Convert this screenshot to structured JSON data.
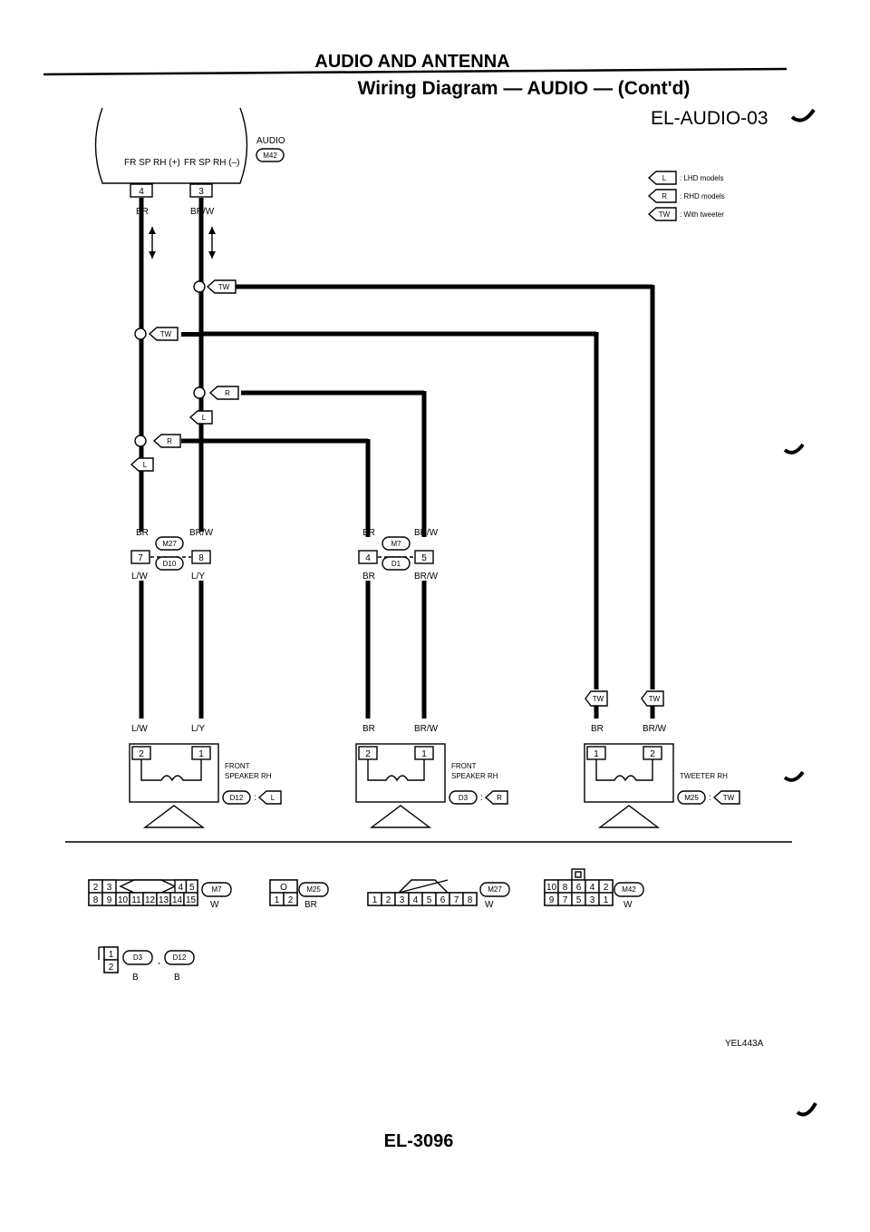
{
  "header": {
    "title": "AUDIO AND ANTENNA",
    "subtitle": "Wiring Diagram — AUDIO — (Cont'd)",
    "diagram_code": "EL-AUDIO-03"
  },
  "audio_unit": {
    "label": "AUDIO",
    "connector": "M42",
    "pin_plus_label": "FR SP RH (+)",
    "pin_minus_label": "FR SP RH (–)",
    "pin_plus": "4",
    "pin_minus": "3",
    "wire_plus": "BR",
    "wire_minus": "BR/W"
  },
  "legend": [
    {
      "code": "L",
      "text": ": LHD models"
    },
    {
      "code": "R",
      "text": ": RHD models"
    },
    {
      "code": "TW",
      "text": ": With tweeter"
    }
  ],
  "branch_tags": {
    "tw": "TW",
    "r": "R",
    "l": "L"
  },
  "joint_connectors": [
    {
      "top_label": "M27",
      "bottom_label": "D10",
      "wire_in_left": "BR",
      "wire_in_right": "BR/W",
      "pin_left": "7",
      "pin_right": "8",
      "wire_out_left": "L/W",
      "wire_out_right": "L/Y"
    },
    {
      "top_label": "M7",
      "bottom_label": "D1",
      "wire_in_left": "BR",
      "wire_in_right": "BR/W",
      "pin_left": "4",
      "pin_right": "5",
      "wire_out_left": "BR",
      "wire_out_right": "BR/W"
    }
  ],
  "speakers": [
    {
      "name_line1": "FRONT",
      "name_line2": "SPEAKER RH",
      "connector": "D12",
      "condition": "L",
      "wire_left": "L/W",
      "wire_right": "L/Y",
      "pin_left": "2",
      "pin_right": "1"
    },
    {
      "name_line1": "FRONT",
      "name_line2": "SPEAKER RH",
      "connector": "D3",
      "condition": "R",
      "wire_left": "BR",
      "wire_right": "BR/W",
      "pin_left": "2",
      "pin_right": "1"
    },
    {
      "name_line1": "",
      "name_line2": "TWEETER RH",
      "connector": "M25",
      "condition": "TW",
      "wire_left": "BR",
      "wire_right": "BR/W",
      "pin_left": "1",
      "pin_right": "2",
      "tag_left": "TW",
      "tag_right": "TW"
    }
  ],
  "connector_views": [
    {
      "name": "M7",
      "color": "W",
      "top_pins": [
        "2",
        "3",
        "4",
        "5"
      ],
      "bottom_pins": [
        "8",
        "9",
        "10",
        "11",
        "12",
        "13",
        "14",
        "15"
      ]
    },
    {
      "name": "M25",
      "color": "BR",
      "top_pins": [
        "O"
      ],
      "bottom_pins": [
        "1",
        "2"
      ]
    },
    {
      "name": "M27",
      "color": "W",
      "top_pins": [],
      "bottom_pins": [
        "1",
        "2",
        "3",
        "4",
        "5",
        "6",
        "7",
        "8"
      ]
    },
    {
      "name": "M42",
      "color": "W",
      "top_pins": [
        "10",
        "8",
        "6",
        "4",
        "2"
      ],
      "bottom_pins": [
        "9",
        "7",
        "5",
        "3",
        "1"
      ]
    },
    {
      "name_a": "D3",
      "name_b": "D12",
      "separator": ",",
      "color_a": "B",
      "color_b": "B",
      "top_pins": [
        "1"
      ],
      "bottom_pins": [
        "2"
      ]
    }
  ],
  "footer": {
    "ref_code": "YEL443A",
    "page_number": "EL-3096"
  }
}
